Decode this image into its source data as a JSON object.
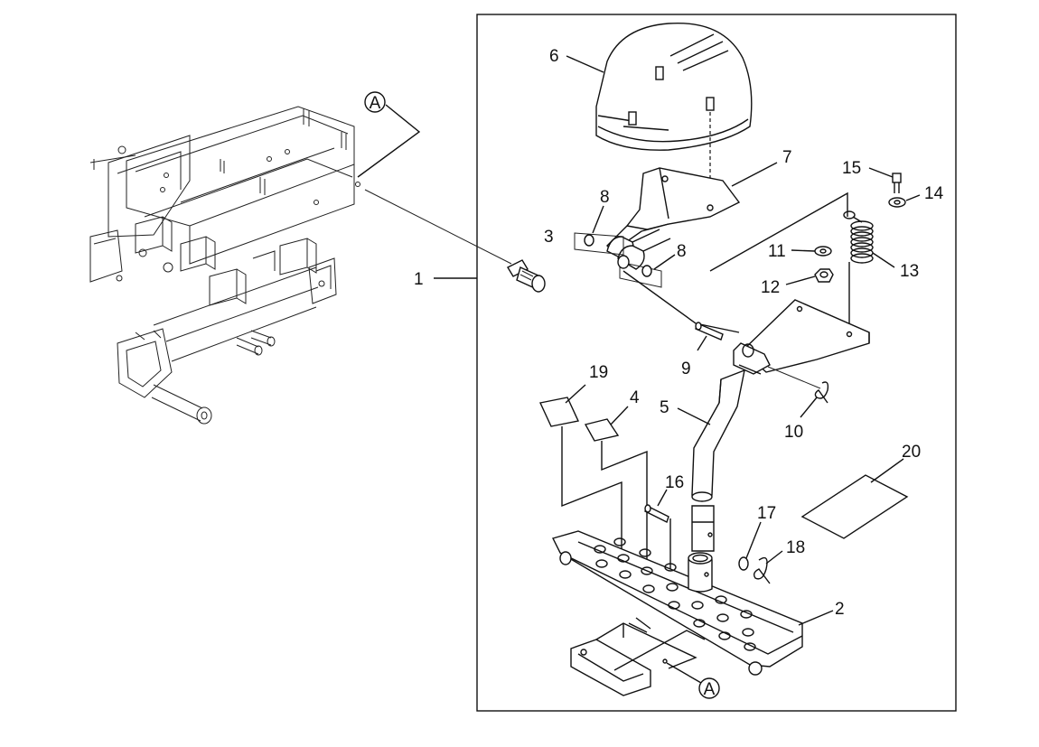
{
  "callouts": {
    "c1": "1",
    "c2": "2",
    "c3": "3",
    "c4": "4",
    "c5": "5",
    "c6": "6",
    "c7": "7",
    "c8a": "8",
    "c8b": "8",
    "c9": "9",
    "c10": "10",
    "c11": "11",
    "c12": "12",
    "c13": "13",
    "c14": "14",
    "c15": "15",
    "c16": "16",
    "c17": "17",
    "c18": "18",
    "c19": "19",
    "c20": "20"
  },
  "reference_markers": {
    "top": "A",
    "bottom": "A"
  },
  "colors": {
    "line": "#111111",
    "background": "#ffffff"
  }
}
